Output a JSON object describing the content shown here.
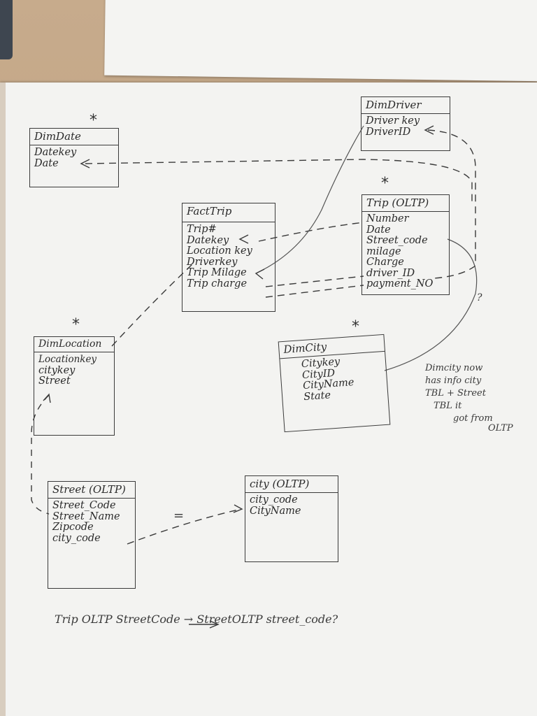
{
  "entities": {
    "dim_date": {
      "title": "DimDate",
      "fields": [
        "Datekey",
        "Date"
      ]
    },
    "dim_driver": {
      "title": "DimDriver",
      "fields": [
        "Driver key",
        "DriverID"
      ]
    },
    "fact_trip": {
      "title": "FactTrip",
      "fields": [
        "Trip#",
        "Datekey",
        "Location key",
        "Driverkey",
        "Trip Milage",
        "Trip charge"
      ]
    },
    "trip_oltp": {
      "title": "Trip (OLTP)",
      "fields": [
        "Number",
        "Date",
        "Street_code",
        "milage",
        "Charge",
        "driver_ID",
        "payment_NO"
      ]
    },
    "dim_location": {
      "title": "DimLocation",
      "fields": [
        "Locationkey",
        "citykey",
        "Street"
      ]
    },
    "dim_city": {
      "title": "DimCity",
      "fields": [
        "Citykey",
        "CityID",
        "CityName",
        "State"
      ]
    },
    "street_oltp": {
      "title": "Street (OLTP)",
      "fields": [
        "Street_Code",
        "Street_Name",
        "Zipcode",
        "city_code"
      ]
    },
    "city_oltp": {
      "title": "city (OLTP)",
      "fields": [
        "city_code",
        "CityName"
      ]
    }
  },
  "marks": {
    "asterisk": "*",
    "equals": "=",
    "question": "?"
  },
  "side_note": [
    "Dimcity now",
    "has info city",
    "TBL + Street",
    "TBL it",
    "got from",
    "OLTP"
  ],
  "bottom_note": "Trip OLTP StreetCode → StreetOLTP street_code?"
}
